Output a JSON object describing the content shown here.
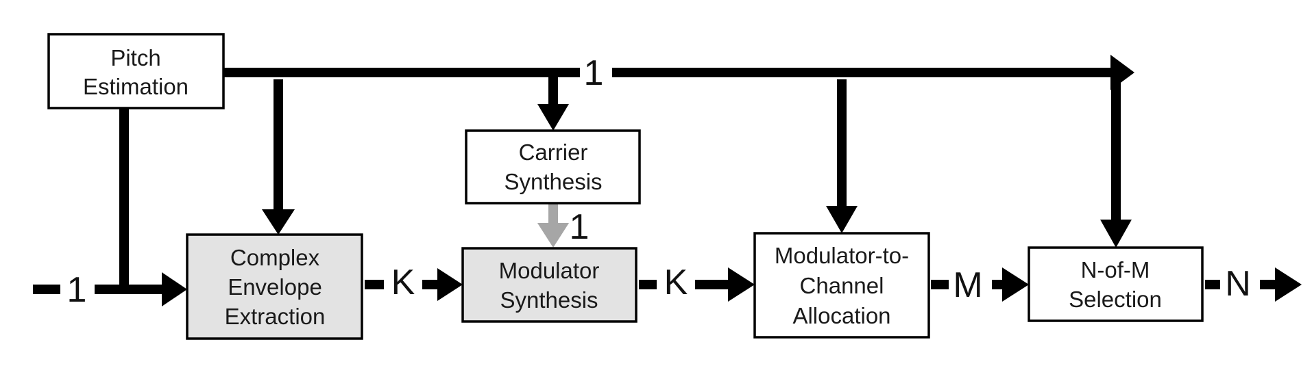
{
  "colors": {
    "arrow": "#000000",
    "arrow_muted": "#a6a6a6",
    "box_plain": "#ffffff",
    "box_shaded": "#e3e3e3",
    "box_border": "#000000"
  },
  "blocks": {
    "pitch": {
      "lines": [
        "Pitch",
        "Estimation"
      ]
    },
    "carrier": {
      "lines": [
        "Carrier",
        "Synthesis"
      ]
    },
    "envelope": {
      "lines": [
        "Complex",
        "Envelope",
        "Extraction"
      ]
    },
    "modulator": {
      "lines": [
        "Modulator",
        "Synthesis"
      ]
    },
    "allocation": {
      "lines": [
        "Modulator-to-",
        "Channel",
        "Allocation"
      ]
    },
    "selection": {
      "lines": [
        "N-of-M",
        "Selection"
      ]
    }
  },
  "edge_labels": {
    "input": "1",
    "pitch_bus": "1",
    "carrier_to_modulator": "1",
    "envelope_to_modulator": "K",
    "modulator_to_allocation": "K",
    "allocation_to_selection": "M",
    "output": "N"
  }
}
